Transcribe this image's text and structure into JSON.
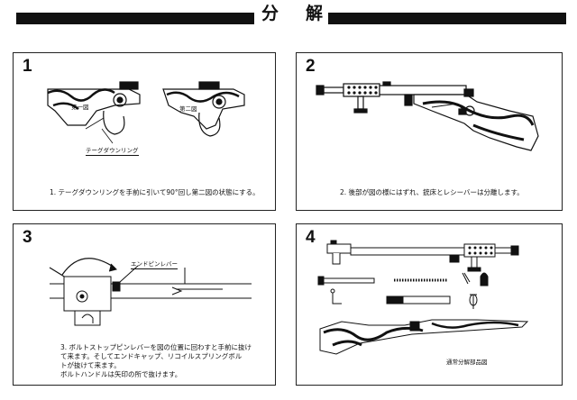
{
  "header": {
    "char1": "分",
    "char2": "解"
  },
  "steps": [
    {
      "number": "1",
      "caption": "1. テーグダウンリングを手前に引いて90°回し第二図の状態にする。",
      "label_fig1": "第一図",
      "label_fig2": "第二図",
      "callout": "テーグダウンリング"
    },
    {
      "number": "2",
      "caption": "2. 後部が図の様にはずれ、銃床とレシーバーは分離します。"
    },
    {
      "number": "3",
      "callout": "エンドピンレバー",
      "caption_lines": [
        "3. ボルトストップピンレバーを図の位置に回わすと手前に抜け",
        "て来ます。そしてエンドキャップ、リコイルスプリングボル",
        "トが抜けて来ます。",
        "ボルトハンドルは矢印の所で抜けます。"
      ]
    },
    {
      "number": "4",
      "callout": "通常分解部品図"
    }
  ]
}
